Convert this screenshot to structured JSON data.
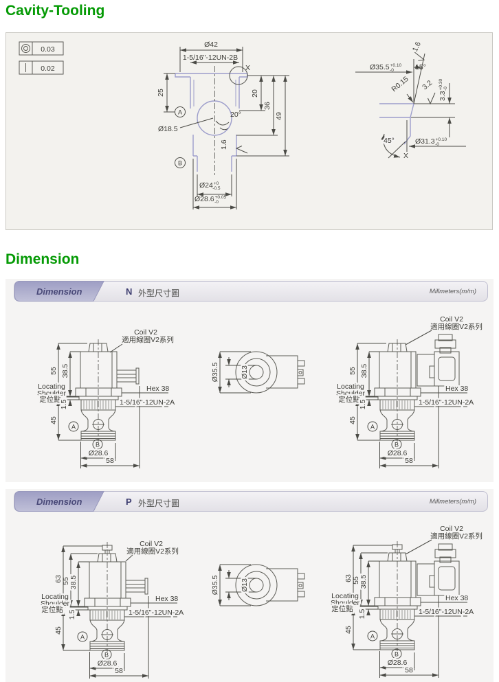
{
  "titles": {
    "cavity": "Cavity-Tooling",
    "dimension": "Dimension"
  },
  "cavity": {
    "frames": [
      {
        "symbol": "concentricity",
        "value": "0.03"
      },
      {
        "symbol": "straightness",
        "value": "0.02"
      }
    ],
    "dia_top": "Ø42",
    "thread": "1-5/16\"-12UN-2B",
    "dim_25": "25",
    "dim_20": "20",
    "dim_36": "36",
    "dim_49": "49",
    "angle_seat": "20°",
    "dia_pilot": "Ø18.5",
    "finish_wall": "1.6",
    "datum_a": "A",
    "datum_b": "B",
    "dia_24": {
      "v": "Ø24",
      "up": "+0",
      "dn": "-0.5"
    },
    "dia_286": {
      "v": "Ø28.6",
      "up": "+0.05",
      "dn": "-0"
    },
    "x_ref": "X",
    "detail": {
      "finish_top": "1.6",
      "dia_355": {
        "v": "Ø35.5",
        "up": "+0.10",
        "dn": "-0"
      },
      "angle_15": "15°",
      "radius": "R0.15",
      "finish_seat": "3.2",
      "depth_33": {
        "v": "3.3",
        "up": "+0.30",
        "dn": "-0"
      },
      "angle_45": "45°",
      "dia_313": {
        "v": "Ø31.3",
        "up": "+0.10",
        "dn": "-0"
      },
      "x_ref": "X"
    }
  },
  "sections": [
    {
      "tab": "Dimension",
      "code": "N",
      "title": "外型尺寸圖",
      "units": "Millmeters(m/m)"
    },
    {
      "tab": "Dimension",
      "code": "P",
      "title": "外型尺寸圖",
      "units": "Millmeters(m/m)"
    }
  ],
  "valve": {
    "coil": "Coil V2",
    "coil_cn": "適用線圈V2系列",
    "dim_63": "63",
    "dim_55": "55",
    "dim_385": "38.5",
    "dim_15": "1.5",
    "dim_45": "45",
    "loc1": "Locating",
    "loc2": "Shoulder",
    "loc_cn": "定位點",
    "hex": "Hex 38",
    "thread": "1-5/16\"-12UN-2A",
    "datum_a": "A",
    "datum_b": "B",
    "dia_286": "Ø28.6",
    "dim_58": "58"
  },
  "coil_top": {
    "dia_outer": "Ø35.5",
    "dia_inner": "Ø13"
  }
}
